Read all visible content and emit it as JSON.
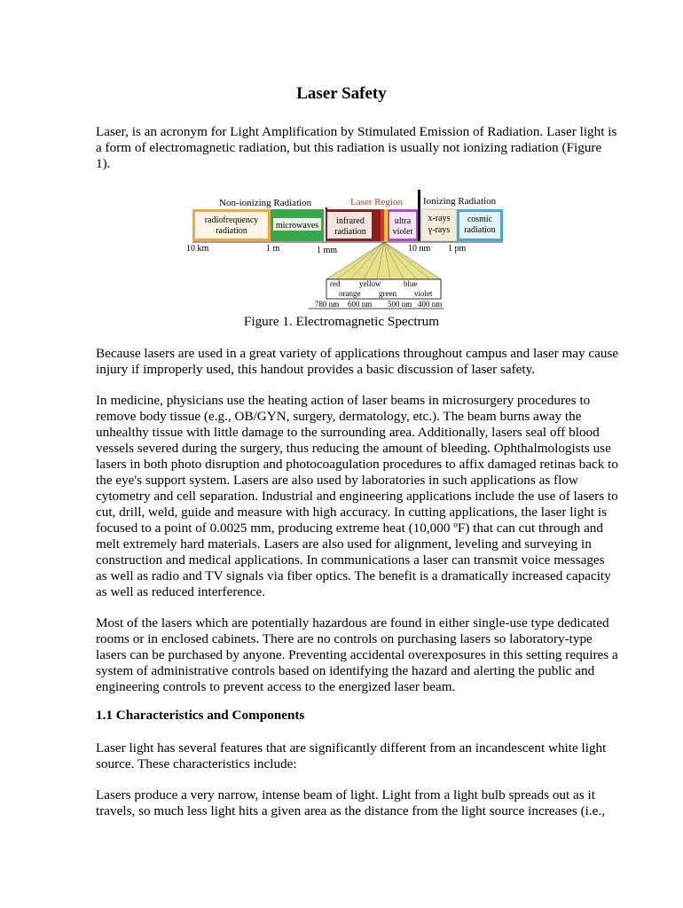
{
  "title": "Laser Safety",
  "paragraphs": {
    "intro": "Laser, is an acronym for Light Amplification by Stimulated Emission of Radiation. Laser light is a form of electromagnetic radiation, but this radiation is usually not ionizing radiation (Figure 1).",
    "p2": "Because lasers are used in a great variety of applications throughout campus and laser may cause injury if improperly used, this handout provides a basic discussion of laser safety.",
    "p3": "In medicine, physicians use the heating action of laser beams in microsurgery procedures to remove body tissue (e.g., OB/GYN, surgery, dermatology, etc.). The beam burns away the unhealthy tissue with little damage to the surrounding area. Additionally, lasers seal off blood vessels severed during the surgery, thus reducing the amount of bleeding. Ophthalmologists use lasers in both photo disruption and photocoagulation procedures to affix damaged retinas back to the eye's support system. Lasers are also used by laboratories in such applications as flow cytometry and cell separation. Industrial and engineering applications include the use of lasers to cut, drill, weld, guide and measure with high accuracy. In cutting applications, the laser light is focused to a point of 0.0025 mm, producing extreme heat (10,000 ºF) that can cut through and melt extremely hard materials. Lasers are also used for alignment, leveling and surveying in construction and medical applications. In communications a laser can transmit voice messages as well as radio and TV signals via fiber optics. The benefit is a dramatically increased capacity as well as reduced interference.",
    "p4": "Most of the lasers which are potentially hazardous are found in either single-use type dedicated rooms or in enclosed cabinets. There are no controls on purchasing lasers so laboratory-type lasers can be purchased by anyone. Preventing accidental overexposures in this setting requires a system of administrative controls based on identifying the hazard and alerting the public and engineering controls to prevent access to the energized laser beam.",
    "section_heading": "1.1 Characteristics and Components",
    "p5": "Laser light has several features that are significantly different from an incandescent white light source. These characteristics include:",
    "p6": "Lasers produce a very narrow, intense beam of light. Light from a light bulb spreads out as it travels, so much less light hits a given area as the distance from the light source increases (i.e.,"
  },
  "figure": {
    "caption": "Figure 1. Electromagnetic Spectrum",
    "region_non_ionizing": "Non-ionizing Radiation",
    "region_laser": "Laser Region",
    "region_ionizing": "Ionizing Radiation",
    "band_radiofrequency_1": "radiofrequency",
    "band_radiofrequency_2": "radiation",
    "band_microwaves": "microwaves",
    "band_infrared_1": "infrared",
    "band_infrared_2": "radiation",
    "band_uv_1": "ultra",
    "band_uv_2": "violet",
    "band_xrays_1": "x-rays",
    "band_xrays_2": "γ-rays",
    "band_cosmic_1": "cosmic",
    "band_cosmic_2": "radiation",
    "tick_10km": "10 km",
    "tick_1m": "1 m",
    "tick_1mm": "1 mm",
    "tick_10nm": "10 nm",
    "tick_1pm": "1 pm",
    "visible_red": "red",
    "visible_yellow": "yellow",
    "visible_blue": "blue",
    "visible_orange": "orange",
    "visible_green": "green",
    "visible_violet": "violet",
    "nm_780": "780 nm",
    "nm_600": "600 nm",
    "nm_500": "500 nm",
    "nm_400": "400 nm",
    "colors": {
      "radiofrequency": "#f4a640",
      "microwaves": "#3aa84a",
      "infrared": "#8a1f1f",
      "ultraviolet": "#b04ad0",
      "xrays": "#f2ecd8",
      "cosmic": "#4aa8d8",
      "laser_region_text": "#c0392b",
      "triangle": "#e6e08a"
    }
  }
}
